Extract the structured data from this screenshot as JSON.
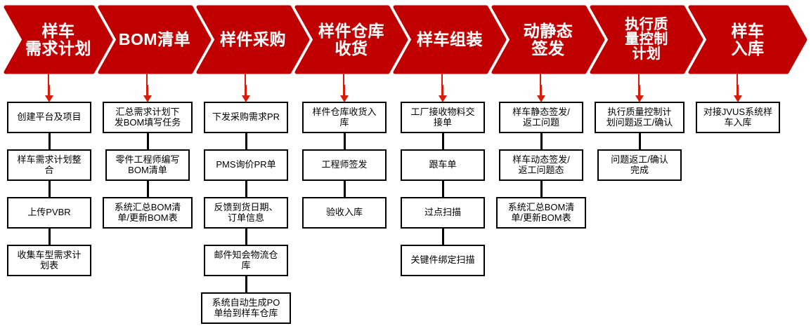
{
  "meta": {
    "title": "样车开发业务流程图",
    "accent_red": "#C00000",
    "arrow_red": "#D91B0C",
    "node_border": "#000000"
  },
  "stages": [
    {
      "id": "stage-1",
      "label": "样车\n需求计划",
      "nodes": [
        "创建平台及项目",
        "样车需求计划整\n合",
        "上传PVBR",
        "收集车型需求计\n划表"
      ]
    },
    {
      "id": "stage-2",
      "label": "BOM清单",
      "nodes": [
        "汇总需求计划下\n发BOM填写任务",
        "零件工程师编写\nBOM清单",
        "系统汇总BOM清\n单/更新BOM表"
      ]
    },
    {
      "id": "stage-3",
      "label": "样件采购",
      "nodes": [
        "下发采购需求PR",
        "PMS询价PR单",
        "反馈到货日期、\n订单信息",
        "邮件知会物流仓\n库",
        "系统自动生成PO\n单给到样车仓库"
      ]
    },
    {
      "id": "stage-4",
      "label": "样件仓库\n收货",
      "nodes": [
        "样件仓库收货入\n库",
        "工程师签发",
        "验收入库"
      ]
    },
    {
      "id": "stage-5",
      "label": "样车组装",
      "nodes": [
        "工厂接收物料交\n接单",
        "跟车单",
        "过点扫描",
        "关键件绑定扫描"
      ]
    },
    {
      "id": "stage-6",
      "label": "动静态\n签发",
      "nodes": [
        "样车静态签发/\n返工问题",
        "样车动态签发/\n返工问题态",
        "系统汇总BOM清\n单/更新BOM表"
      ]
    },
    {
      "id": "stage-7",
      "label": "执行质\n量控制\n计划",
      "nodes": [
        "执行质量控制计\n划问题返工/确认",
        "问题返工/确认\n完成"
      ]
    },
    {
      "id": "stage-8",
      "label": "样车\n入库",
      "nodes": [
        "对接JVUS系统样\n车入库"
      ]
    }
  ]
}
